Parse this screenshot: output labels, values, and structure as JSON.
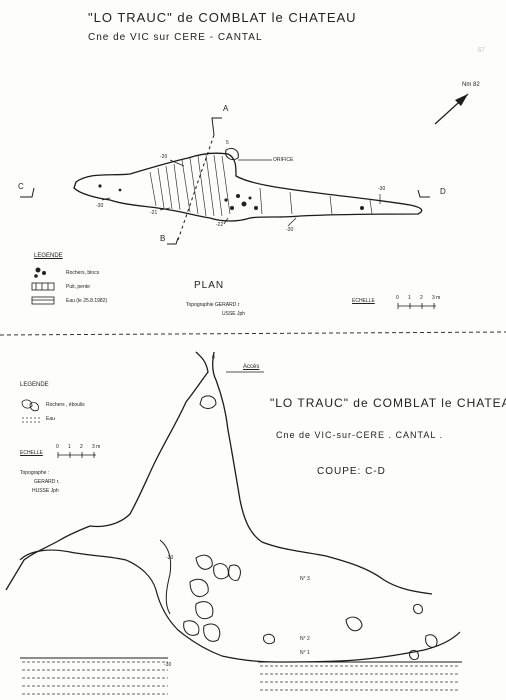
{
  "plan_sheet": {
    "title": "\"LO TRAUC\" de COMBLAT le CHATEAU",
    "subtitle": "Cne de VIC sur CERE - CANTAL",
    "north": "Nm 82",
    "section_letters": {
      "a": "A",
      "b": "B",
      "c": "C",
      "d": "D"
    },
    "depth_labels": [
      "-20",
      "-30",
      "-21",
      "-22",
      "-30",
      "-30"
    ],
    "surface_label": "5",
    "orifice": "ORIFICE",
    "legend_title": "LEGENDE",
    "legend_items": [
      "Rochers, blocs",
      "Puit, pente",
      "Eau (le 25.8.1982)"
    ],
    "plan_label": "PLAN",
    "topographer_line1": "Topographie  GERARD r",
    "topographer_line2": "USSE Jph",
    "scale_label": "ECHELLE",
    "scale_ticks": [
      "0",
      "1",
      "2",
      "3 m"
    ],
    "page_mark": "57"
  },
  "coupe_sheet": {
    "access": "Accès",
    "zero": "0",
    "legend_title": "LEGENDE",
    "legend_items": [
      "Rochers , éboulis",
      "Eau"
    ],
    "scale_label": "ECHELLE",
    "scale_ticks": [
      "0",
      "1",
      "2",
      "3 m"
    ],
    "topographer_title": "Topographe :",
    "topographer_line1": "GERARD r.",
    "topographer_line2": "HUSSE Jph",
    "title": "\"LO TRAUC\" de COMBLAT le CHATEAU.",
    "subtitle": "Cne de VIC-sur-CERE . CANTAL .",
    "coupe_label": "COUPE: C-D",
    "depth_labels": [
      "-20",
      "-30"
    ],
    "numbers": [
      "N° 3",
      "N° 2",
      "N° 1"
    ]
  }
}
